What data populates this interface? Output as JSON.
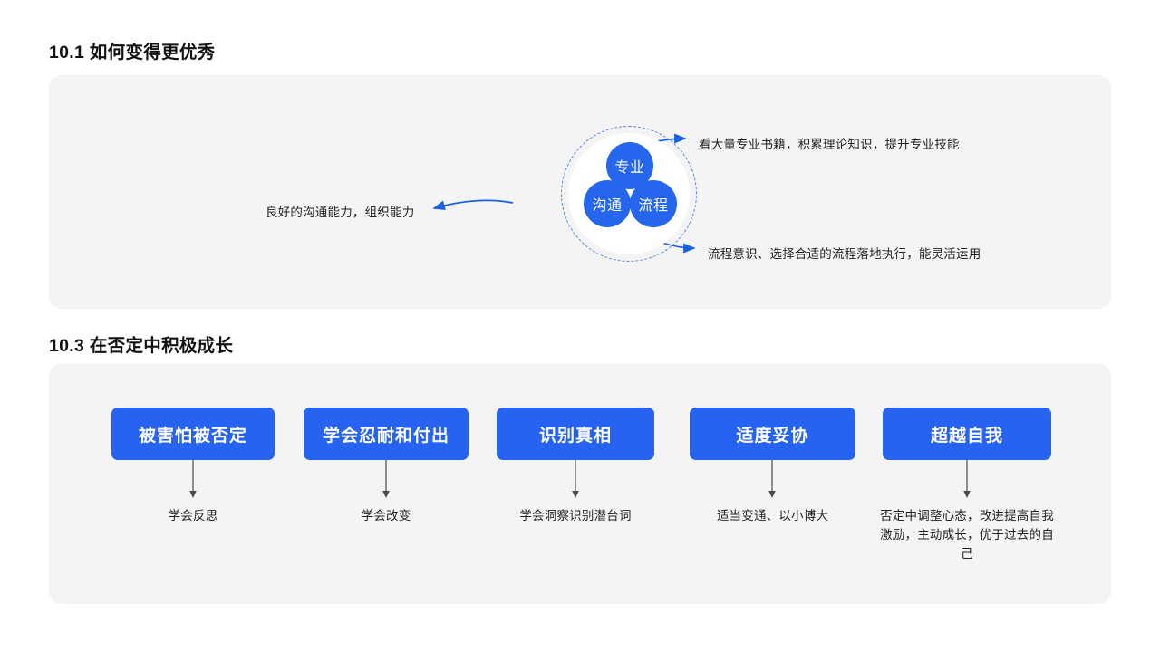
{
  "theme": {
    "page_bg": "#ffffff",
    "panel_bg": "#f4f4f4",
    "accent_blue": "#2566ec",
    "card_blue": "#2563f0",
    "dashed_ring": "#4a86e8",
    "text_dark": "#1a1a1a"
  },
  "sections": [
    {
      "title": "10.1 如何变得更优秀",
      "diagram": {
        "type": "venn-cluster",
        "bubbles": [
          {
            "id": "professional",
            "label": "专业",
            "position": "top"
          },
          {
            "id": "communication",
            "label": "沟通",
            "position": "bottom-left"
          },
          {
            "id": "process",
            "label": "流程",
            "position": "bottom-right"
          }
        ],
        "annotations": [
          {
            "id": "professional-note",
            "target": "专业",
            "direction": "right",
            "text": "看大量专业书籍，积累理论知识，提升专业技能"
          },
          {
            "id": "communication-note",
            "target": "沟通",
            "direction": "left",
            "text": "良好的沟通能力，组织能力"
          },
          {
            "id": "process-note",
            "target": "流程",
            "direction": "right",
            "text": "流程意识、选择合适的流程落地执行，能灵活运用"
          }
        ]
      }
    },
    {
      "title": "10.3 在否定中积极成长",
      "steps": [
        {
          "card": "被害怕被否定",
          "caption": "学会反思"
        },
        {
          "card": "学会忍耐和付出",
          "caption": "学会改变"
        },
        {
          "card": "识别真相",
          "caption": "学会洞察识别潜台词"
        },
        {
          "card": "适度妥协",
          "caption": "适当变通、以小博大"
        },
        {
          "card": "超越自我",
          "caption": "否定中调整心态，改进提高自我激励，主动成长，优于过去的自己"
        }
      ]
    }
  ]
}
